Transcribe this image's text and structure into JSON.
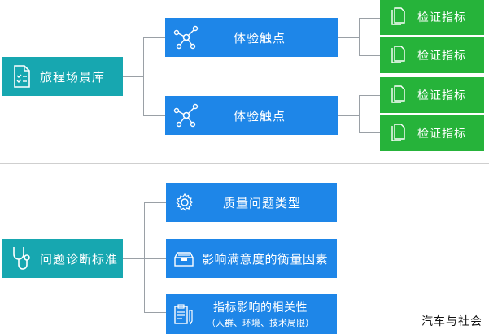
{
  "top": {
    "root": {
      "label": "旅程场景库",
      "icon": "document-checklist-icon"
    },
    "touchpoints": [
      {
        "label": "体验触点",
        "icon": "network-nodes-icon",
        "indicators": [
          "检证指标",
          "检证指标"
        ]
      },
      {
        "label": "体验触点",
        "icon": "network-nodes-icon",
        "indicators": [
          "检证指标",
          "检证指标"
        ]
      }
    ]
  },
  "bottom": {
    "root": {
      "label": "问题诊断标准",
      "icon": "stethoscope-icon"
    },
    "items": [
      {
        "label": "质量问题类型",
        "icon": "gear-icon"
      },
      {
        "label": "影响满意度的衡量因素",
        "icon": "tray-icon"
      },
      {
        "label": "指标影响的相关性",
        "sublabel": "（人群、环境、技术局限）",
        "icon": "checklist-pen-icon"
      }
    ]
  },
  "watermark": "汽车与社会",
  "colors": {
    "teal": "#17a7b0",
    "blue": "#1e86e8",
    "green": "#26b33a",
    "connector": "#9aa0a6"
  }
}
